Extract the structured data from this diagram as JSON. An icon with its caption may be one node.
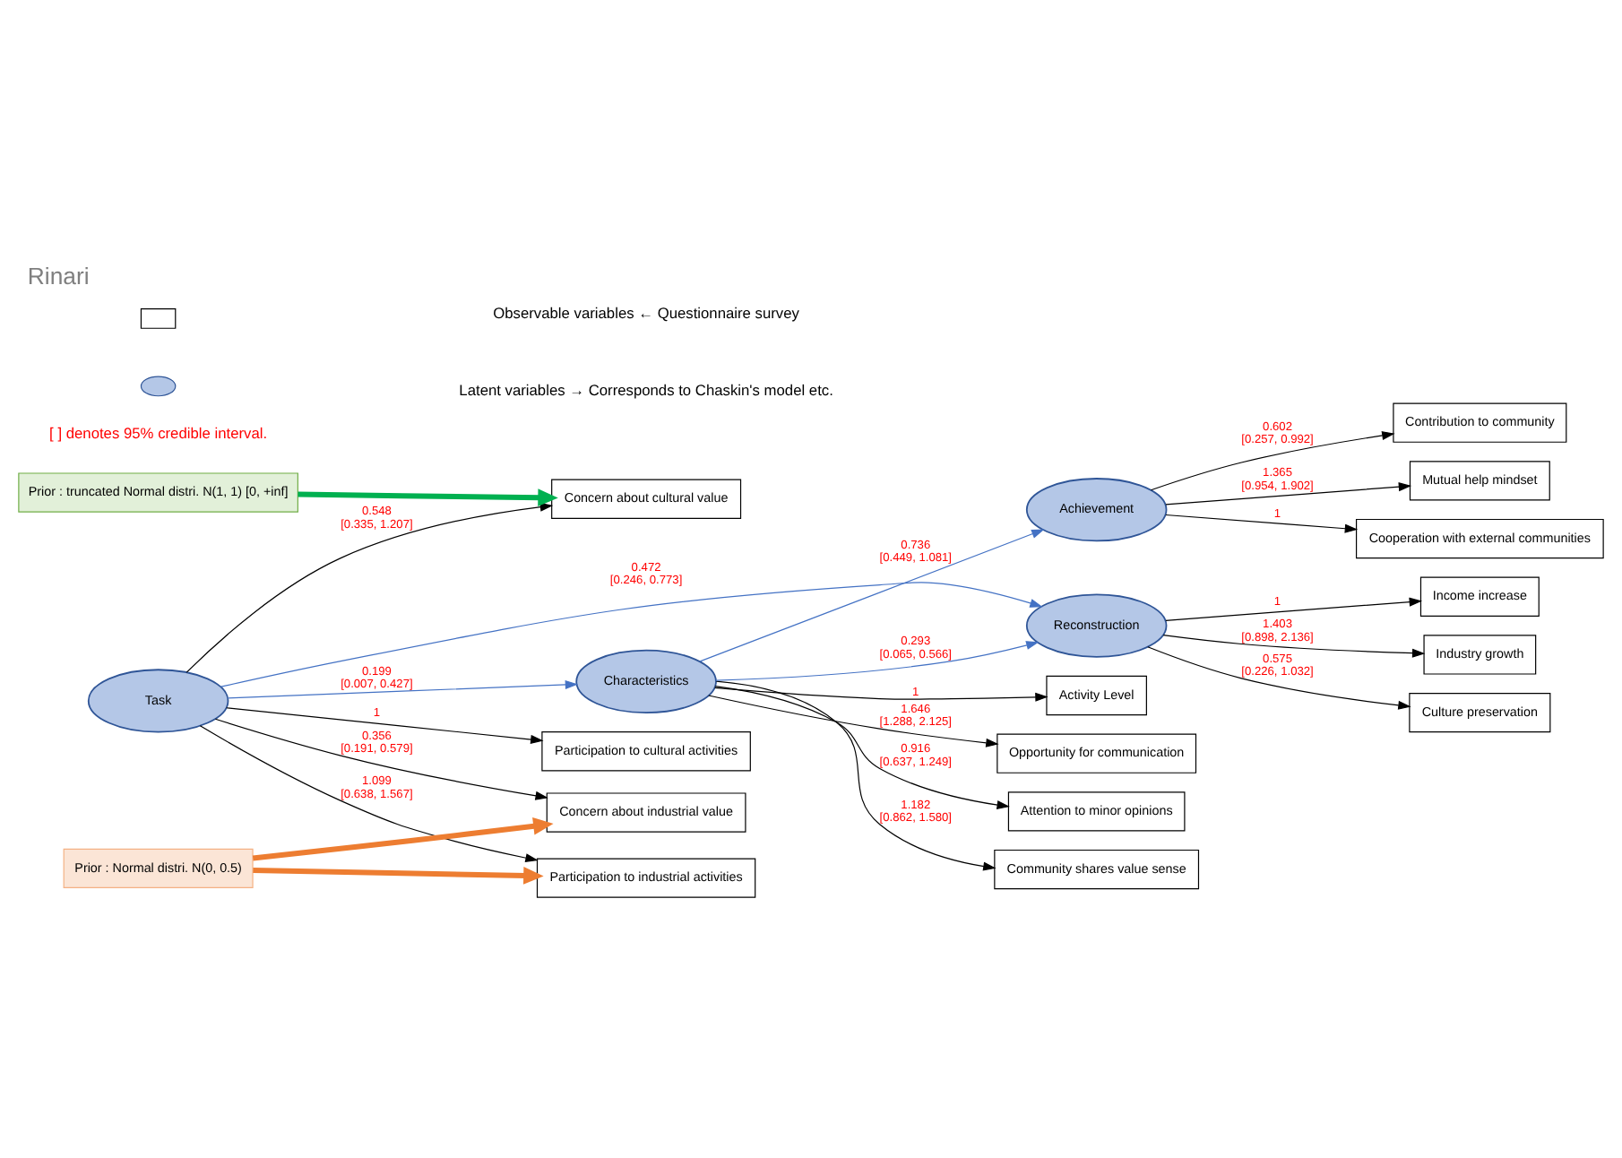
{
  "diagram": {
    "title": "Rinari",
    "nodes": [
      {
        "text": [
          "Task"
        ]
      },
      {
        "text": [
          "Participation to cultural activities"
        ]
      },
      {
        "text": [
          "Concern about cultural value"
        ]
      },
      {
        "text": [
          "Participation to industrial activities"
        ]
      },
      {
        "text": [
          "Concern about industrial value"
        ]
      },
      {
        "text": [
          "Characteristics"
        ]
      },
      {
        "text": [
          "Activity Level"
        ]
      },
      {
        "text": [
          "Opportunity for communication"
        ]
      },
      {
        "text": [
          "Attention to minor opinions"
        ]
      },
      {
        "text": [
          "Community shares value sense"
        ]
      },
      {
        "text": [
          "Reconstruction"
        ]
      },
      {
        "text": [
          "Income increase"
        ]
      },
      {
        "text": [
          "Industry growth"
        ]
      },
      {
        "text": [
          "Culture preservation"
        ]
      },
      {
        "text": [
          "Achievement"
        ]
      },
      {
        "text": [
          "Contribution to community"
        ]
      },
      {
        "text": [
          "Mutual help mindset"
        ]
      },
      {
        "text": [
          "Cooperation with external communities"
        ]
      },
      {
        "text": [
          "Prior : truncated Normal distri. N(1, 1) [0, +inf]"
        ]
      },
      {
        "text": [
          "Prior : Normal distri. N(0, 0.5)"
        ]
      }
    ],
    "edges": [
      {
        "from": 0,
        "to": 1,
        "arrow": "to",
        "label": "1"
      },
      {
        "from": 0,
        "to": 2,
        "arrow": "to",
        "label": "0.548 [0.335, 1.207]"
      },
      {
        "from": 0,
        "to": 3,
        "arrow": "to",
        "label": "1.099 [0.638, 1.567]"
      },
      {
        "from": 0,
        "to": 4,
        "arrow": "to",
        "label": "0.356 [0.191, 0.579]"
      },
      {
        "from": 0,
        "to": 10,
        "arrow": "to",
        "label": "0.472 [0.246, 0.773]",
        "color": "#4472c4"
      },
      {
        "from": 0,
        "to": 5,
        "arrow": "to",
        "label": "0.199 [0.007, 0.427]",
        "color": "#4472c4"
      },
      {
        "from": 5,
        "to": 6,
        "arrow": "to",
        "label": "1"
      },
      {
        "from": 5,
        "to": 7,
        "arrow": "to",
        "label": "1.646 [1.288, 2.125]"
      },
      {
        "from": 5,
        "to": 8,
        "arrow": "to",
        "label": "0.916 [0.637, 1.249]"
      },
      {
        "from": 5,
        "to": 9,
        "arrow": "to",
        "label": "1.182 [0.862, 1.580]"
      },
      {
        "from": 5,
        "to": 10,
        "arrow": "to",
        "label": "0.293 [0.065, 0.566]",
        "color": "#4472c4"
      },
      {
        "from": 5,
        "to": 14,
        "arrow": "to",
        "label": "0.736 [0.449, 1.081]",
        "color": "#4472c4"
      },
      {
        "from": 10,
        "to": 11,
        "arrow": "to",
        "label": "1"
      },
      {
        "from": 10,
        "to": 12,
        "arrow": "to",
        "label": "1.403 [0.898, 2.136]"
      },
      {
        "from": 10,
        "to": 13,
        "arrow": "to",
        "label": "0.575 [0.226, 1.032]"
      },
      {
        "from": 14,
        "to": 15,
        "arrow": "to",
        "label": "0.602 [0.257, 0.992]"
      },
      {
        "from": 14,
        "to": 16,
        "arrow": "to",
        "label": "1.365 [0.954, 1.902]"
      },
      {
        "from": 14,
        "to": 17,
        "arrow": "to",
        "label": "1"
      },
      {
        "from": 18,
        "to": 2,
        "arrow": "to",
        "style": "thick",
        "color": "#00b050"
      },
      {
        "from": 19,
        "to": 3,
        "arrow": "to",
        "style": "thick",
        "color": "#ed7d31"
      },
      {
        "from": 19,
        "to": 4,
        "arrow": "to",
        "style": "thick",
        "color": "#ed7d31"
      }
    ],
    "labels": [
      "[ ] denotes 95% credible interval."
    ],
    "legend": [
      {
        "text": "Observable variables ← Questionnaire survey"
      },
      {
        "text": "Latent variables → Corresponds to Chaskin's model etc."
      }
    ]
  }
}
